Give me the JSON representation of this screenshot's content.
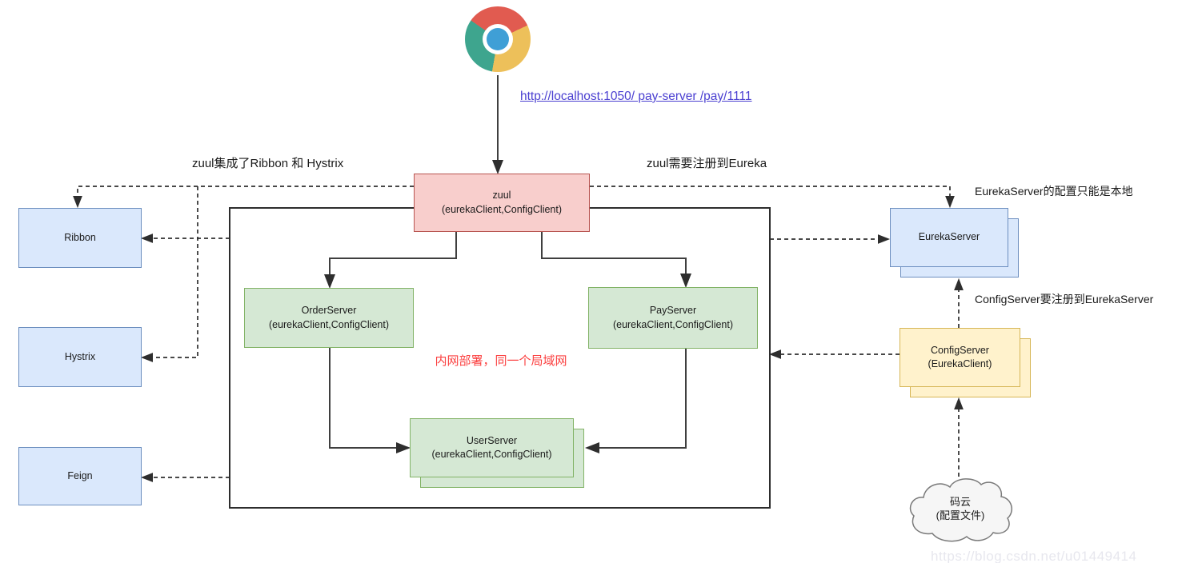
{
  "palette": {
    "node_red_fill": "#f8cecc",
    "node_red_stroke": "#b85450",
    "node_blue_fill": "#dae8fc",
    "node_blue_stroke": "#6c8ebf",
    "node_green_fill": "#d5e8d4",
    "node_green_stroke": "#82b366",
    "node_yellow_fill": "#fff2cc",
    "node_yellow_stroke": "#d6b656",
    "cloud_fill": "#f6f6f6",
    "cloud_stroke": "#7a7a7a",
    "link_color": "#4a3fd1",
    "alert_text_color": "#fb4141",
    "chrome_red": "#e15b50",
    "chrome_yellow": "#edc05a",
    "chrome_green": "#3ea58e",
    "chrome_blue": "#3f9fd6"
  },
  "browser": {
    "url": "http://localhost:1050/ pay-server /pay/1111"
  },
  "annotations": {
    "zuul_integrates": "zuul集成了Ribbon 和 Hystrix",
    "zuul_register": "zuul需要注册到Eureka",
    "eureka_local_config": "EurekaServer的配置只能是本地",
    "config_register": "ConfigServer要注册到EurekaServer",
    "intranet_note": "内网部署，同一个局域网"
  },
  "nodes": {
    "zuul": {
      "title": "zuul",
      "subtitle": "(eurekaClient,ConfigClient)"
    },
    "ribbon": {
      "title": "Ribbon"
    },
    "hystrix": {
      "title": "Hystrix"
    },
    "feign": {
      "title": "Feign"
    },
    "order_server": {
      "title": "OrderServer",
      "subtitle": "(eurekaClient,ConfigClient)"
    },
    "pay_server": {
      "title": "PayServer",
      "subtitle": "(eurekaClient,ConfigClient)"
    },
    "user_server": {
      "title": "UserServer",
      "subtitle": "(eurekaClient,ConfigClient)"
    },
    "eureka_server": {
      "title": "EurekaServer"
    },
    "config_server": {
      "title": "ConfigServer",
      "subtitle": "(EurekaClient)"
    },
    "gitee_cloud": {
      "title": "码云",
      "subtitle": "(配置文件)"
    }
  },
  "watermark": "https://blog.csdn.net/u01449414"
}
